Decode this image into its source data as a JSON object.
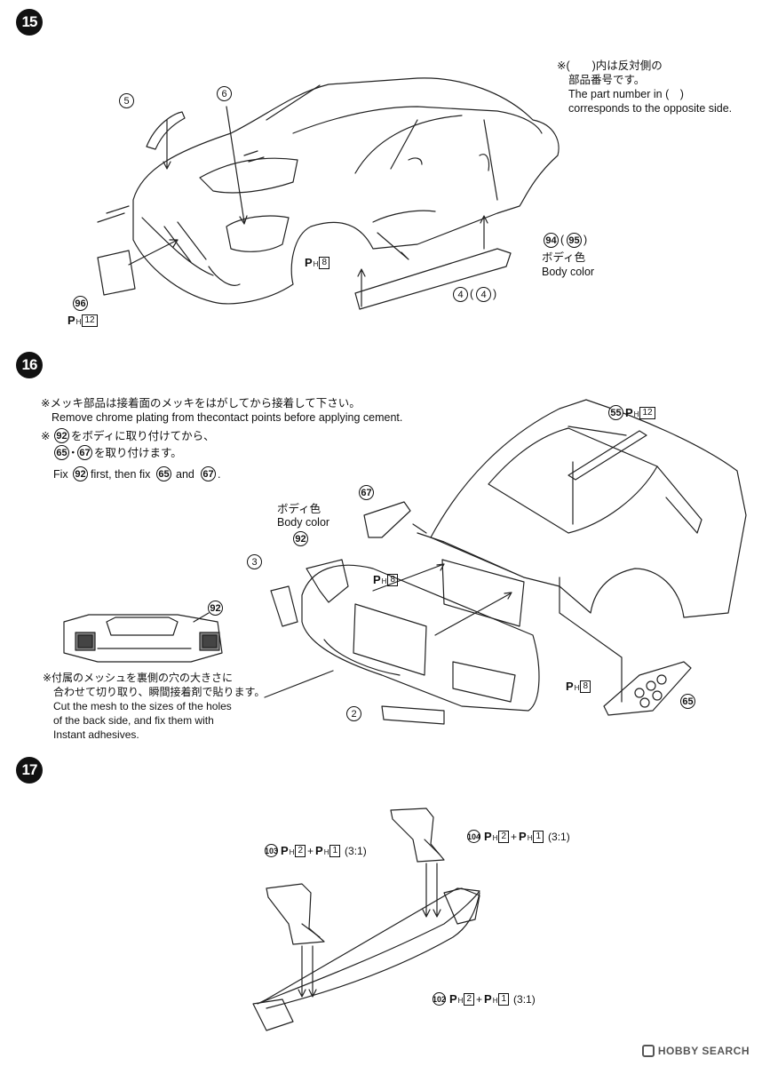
{
  "steps": [
    {
      "number": "15"
    },
    {
      "number": "16"
    },
    {
      "number": "17"
    }
  ],
  "step15": {
    "note_jp_1": "※(　　)内は反対側の",
    "note_jp_2": "部品番号です。",
    "note_en_1": "The part number in (　)",
    "note_en_2": "corresponds to the opposite side.",
    "part_5": "5",
    "part_6": "6",
    "part_94": "94",
    "part_95": "95",
    "body_color_jp": "ボディ色",
    "body_color_en": "Body color",
    "part_4a": "4",
    "part_4b": "4",
    "part_96": "96",
    "ph_8": "8",
    "ph_12": "12"
  },
  "step16": {
    "note1_jp": "※メッキ部品は接着面のメッキをはがしてから接着して下さい。",
    "note1_en": "Remove chrome plating from thecontact points before applying cement.",
    "note2_jp_a": "※",
    "note2_jp_b": "をボディに取り付けてから、",
    "note2_jp_c": "を取り付けます。",
    "note2_en_a": "Fix",
    "note2_en_b": "first, then fix",
    "note2_en_c": "and",
    "part_92": "92",
    "part_65": "65",
    "part_67": "67",
    "part_55": "55",
    "part_3": "3",
    "part_2": "2",
    "body_color_jp": "ボディ色",
    "body_color_en": "Body color",
    "ph_12": "12",
    "ph_8a": "8",
    "ph_8b": "8",
    "inset_jp_1": "※付属のメッシュを裏側の穴の大きさに",
    "inset_jp_2": "合わせて切り取り、瞬間接着剤で貼ります。",
    "inset_en_1": "Cut the mesh to the sizes of the holes",
    "inset_en_2": "of the back side, and fix them with",
    "inset_en_3": "Instant adhesives."
  },
  "step17": {
    "part_103": "103",
    "part_104": "104",
    "part_102": "102",
    "ph_2": "2",
    "ph_1": "1",
    "ratio": "(3:1)"
  },
  "labels": {
    "ph_P": "P",
    "ph_H": "H",
    "plus": "+",
    "dot": "・",
    "paren_open": "(",
    "paren_close": ")",
    "period": "."
  },
  "watermark": "HOBBY SEARCH"
}
